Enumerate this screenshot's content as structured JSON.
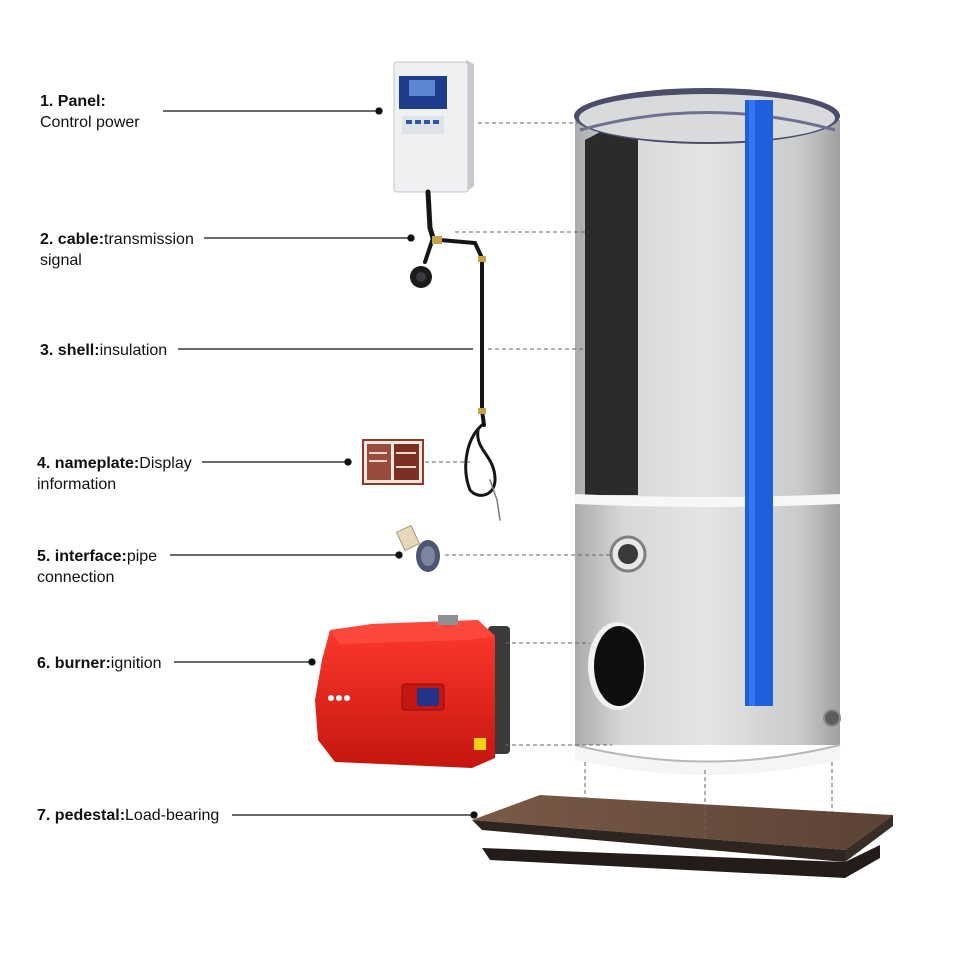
{
  "callouts": [
    {
      "name": "1. Panel:",
      "desc": "Control power",
      "desc2": ""
    },
    {
      "name": "2. cable:",
      "desc": "transmission",
      "desc2": "signal"
    },
    {
      "name": "3. shell:",
      "desc": "insulation",
      "desc2": ""
    },
    {
      "name": "4. nameplate:",
      "desc": "Display",
      "desc2": "information"
    },
    {
      "name": "5. interface:",
      "desc": "pipe",
      "desc2": "connection"
    },
    {
      "name": "6. burner:",
      "desc": "ignition",
      "desc2": ""
    },
    {
      "name": "7. pedestal:",
      "desc": "Load-bearing",
      "desc2": ""
    }
  ],
  "colors": {
    "tank_body": "#cfd0d1",
    "tank_stripe": "#1e5fe0",
    "burner_red": "#e0221b",
    "pedestal": "#4a3a32",
    "panel": "#eef0f2"
  }
}
